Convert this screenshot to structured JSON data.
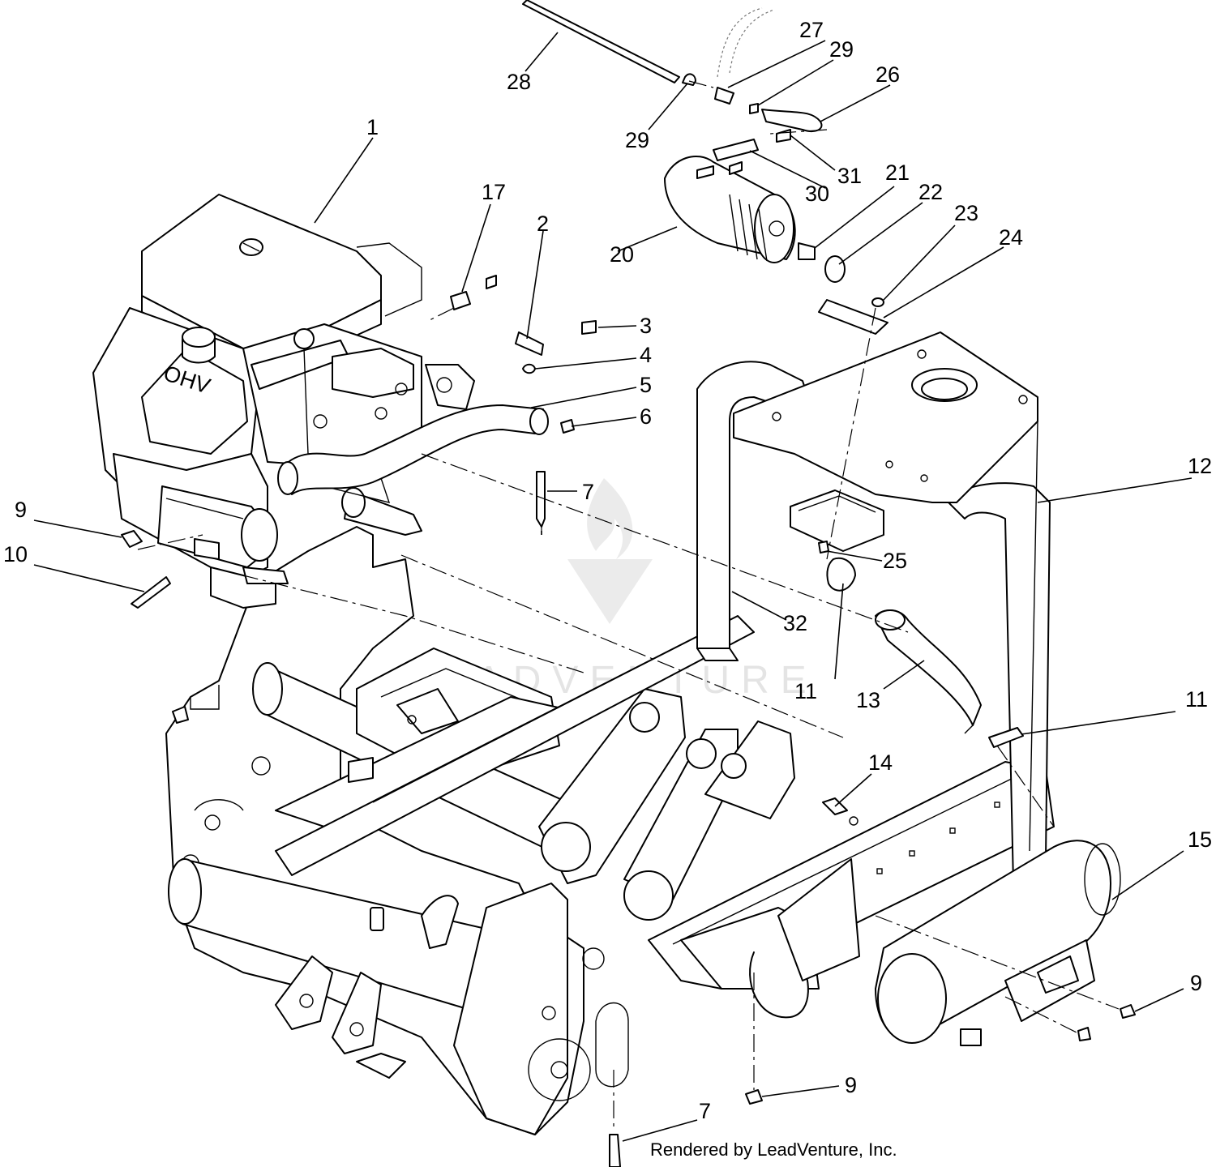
{
  "callouts": [
    {
      "label": "1"
    },
    {
      "label": "2"
    },
    {
      "label": "3"
    },
    {
      "label": "4"
    },
    {
      "label": "5"
    },
    {
      "label": "6"
    },
    {
      "label": "7"
    },
    {
      "label": "9"
    },
    {
      "label": "10"
    },
    {
      "label": "11"
    },
    {
      "label": "12"
    },
    {
      "label": "13"
    },
    {
      "label": "14"
    },
    {
      "label": "15"
    },
    {
      "label": "17"
    },
    {
      "label": "20"
    },
    {
      "label": "21"
    },
    {
      "label": "22"
    },
    {
      "label": "23"
    },
    {
      "label": "24"
    },
    {
      "label": "25"
    },
    {
      "label": "26"
    },
    {
      "label": "27"
    },
    {
      "label": "28"
    },
    {
      "label": "29"
    },
    {
      "label": "30"
    },
    {
      "label": "31"
    },
    {
      "label": "32"
    }
  ],
  "engine_text": "OHV",
  "watermark": "LEADVENTURE",
  "credit": "Rendered by LeadVenture, Inc."
}
